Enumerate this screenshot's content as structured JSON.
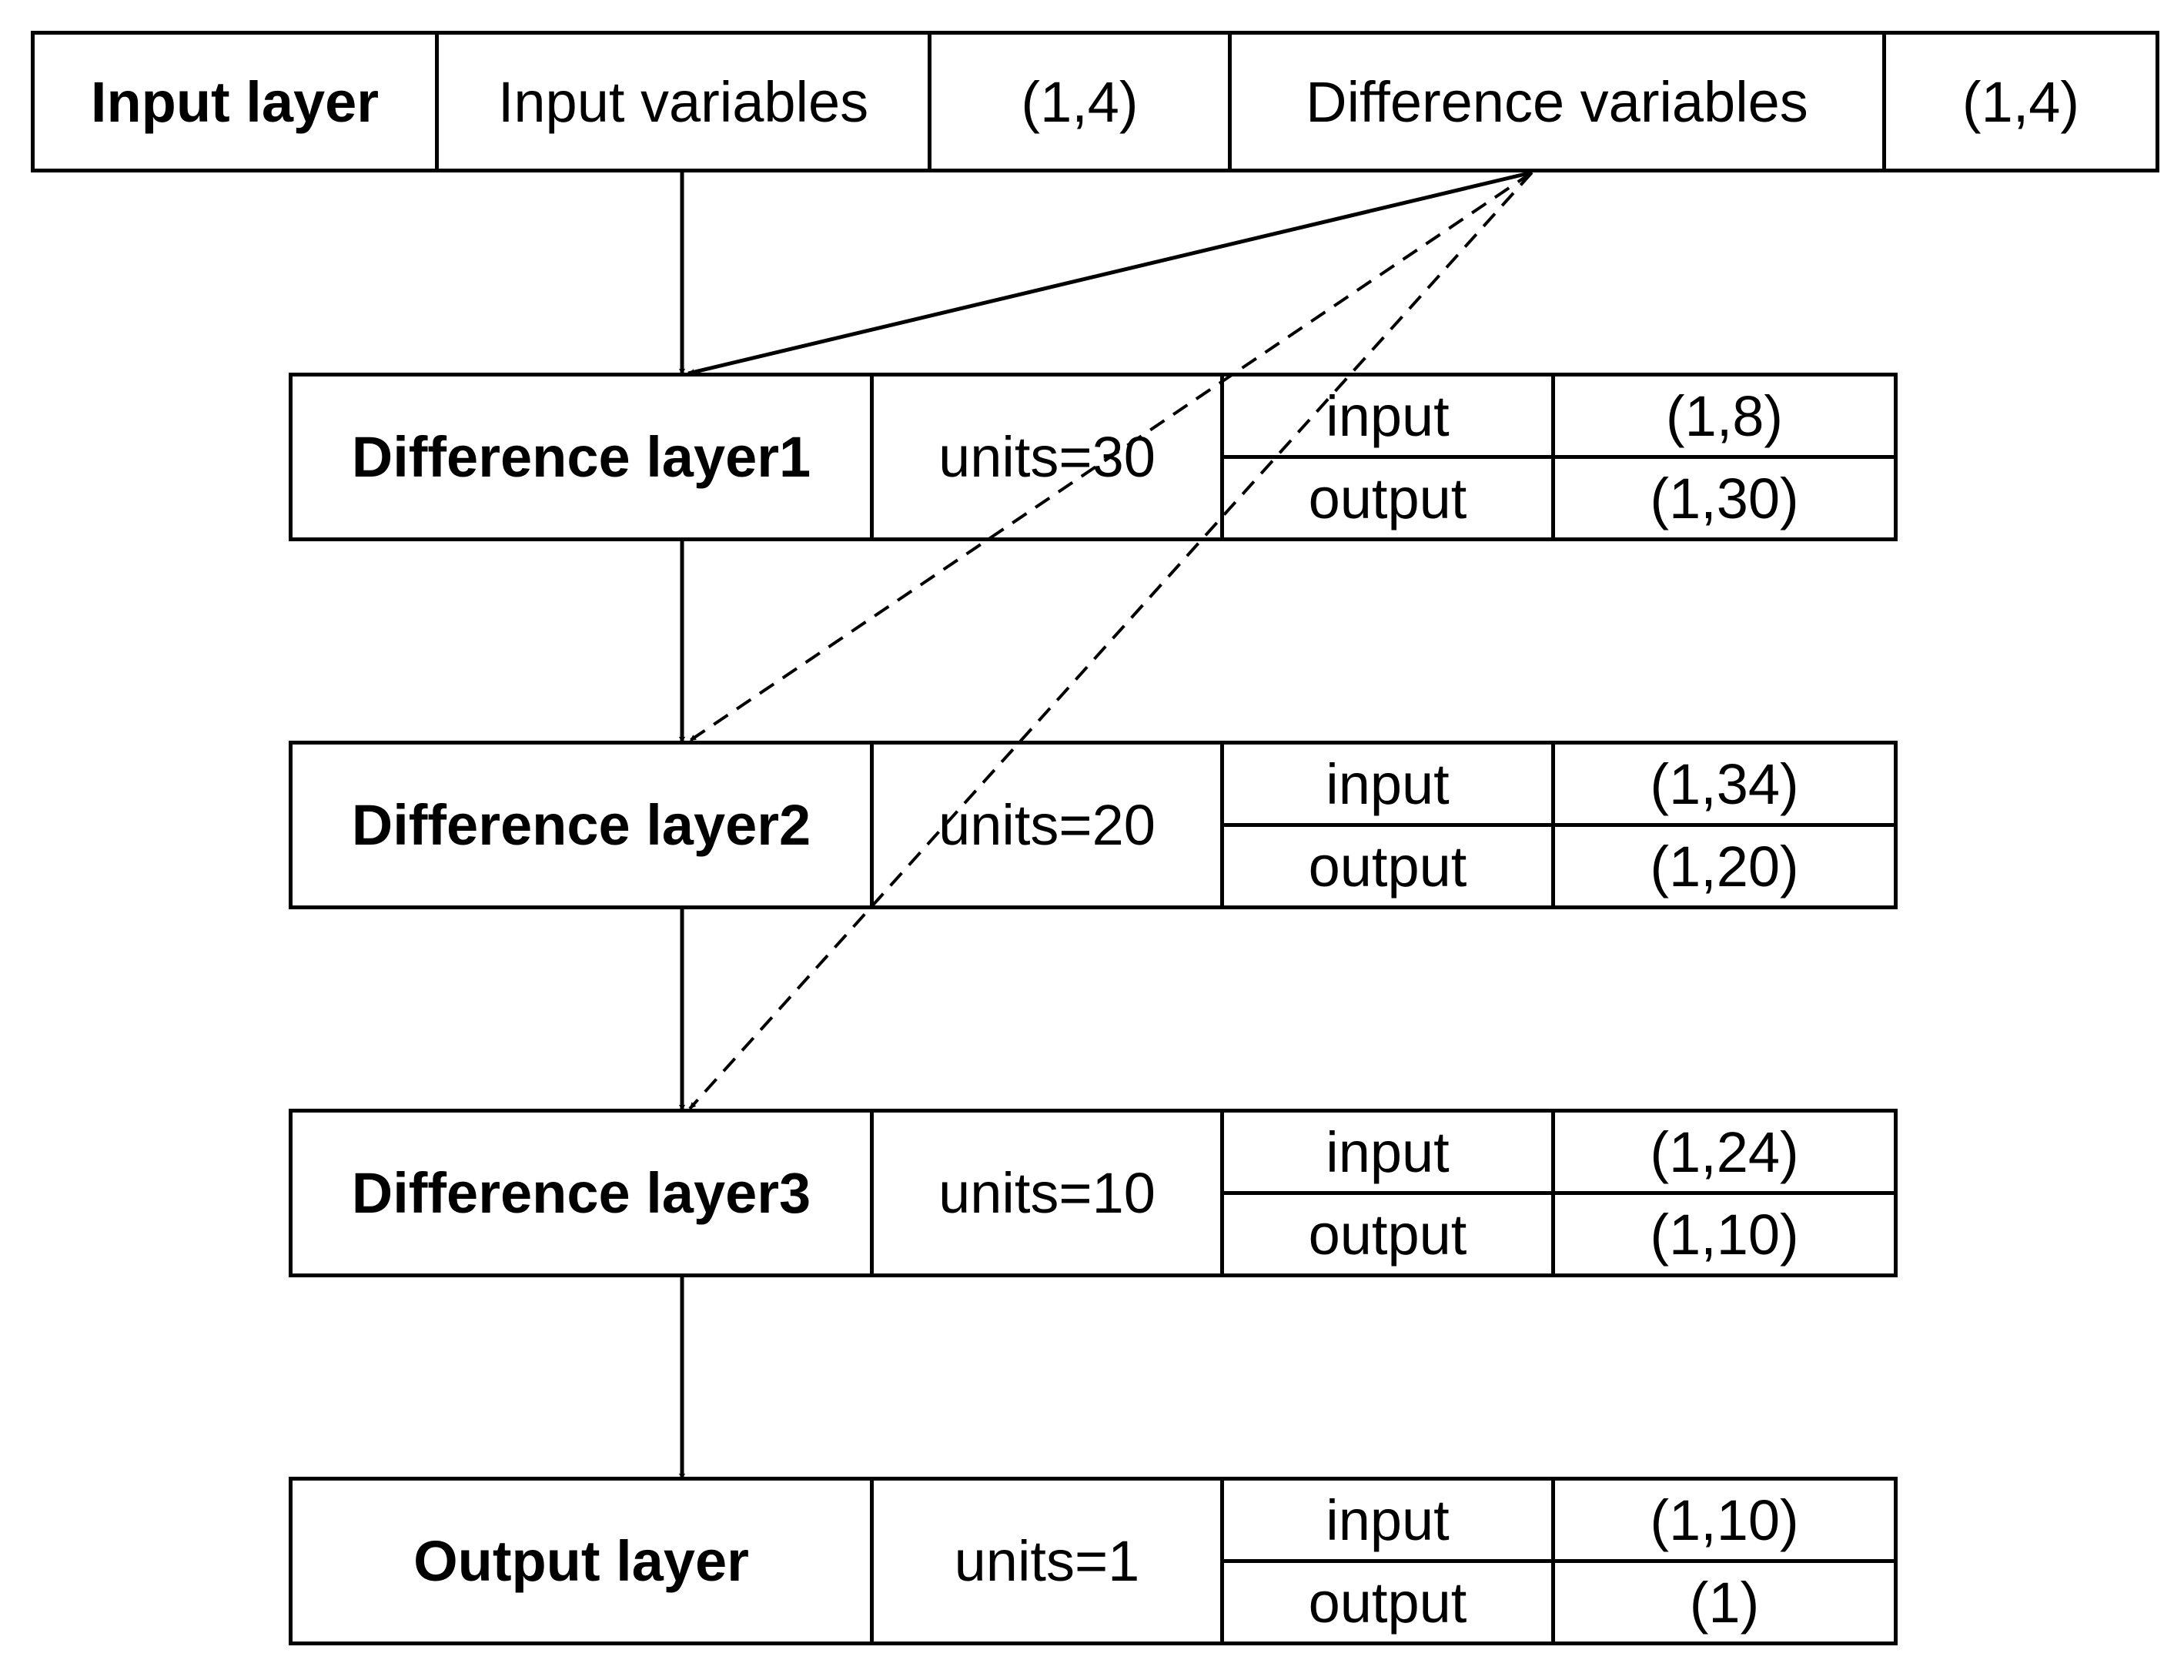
{
  "input_layer": {
    "label": "Input layer",
    "input_variables_label": "Input variables",
    "input_variables_shape": "(1,4)",
    "difference_variables_label": "Difference variables",
    "difference_variables_shape": "(1,4)"
  },
  "layers": [
    {
      "name": "Difference layer1",
      "units": "units=30",
      "input_label": "input",
      "input_shape": "(1,8)",
      "output_label": "output",
      "output_shape": "(1,30)"
    },
    {
      "name": "Difference layer2",
      "units": "units=20",
      "input_label": "input",
      "input_shape": "(1,34)",
      "output_label": "output",
      "output_shape": "(1,20)"
    },
    {
      "name": "Difference layer3",
      "units": "units=10",
      "input_label": "input",
      "input_shape": "(1,24)",
      "output_label": "output",
      "output_shape": "(1,10)"
    },
    {
      "name": "Output layer",
      "units": "units=1",
      "input_label": "input",
      "input_shape": "(1,10)",
      "output_label": "output",
      "output_shape": "(1)"
    }
  ]
}
